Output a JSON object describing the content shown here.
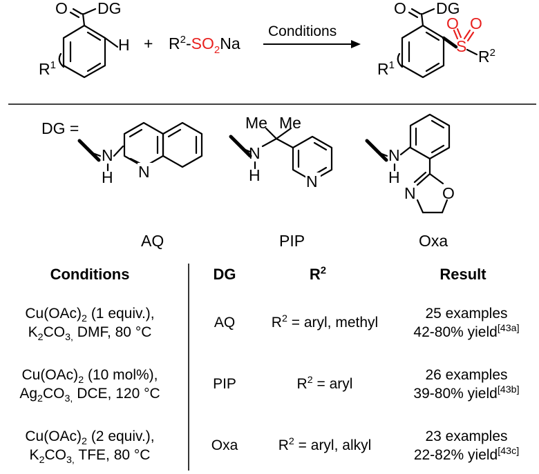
{
  "reaction": {
    "reagent_pre": "R",
    "reagent_sup": "2",
    "reagent_dash": "-",
    "reagent_so": "SO",
    "reagent_so_sub": "2",
    "reagent_na": "Na",
    "plus": "+",
    "arrow_label": "Conditions",
    "dg_label": "DG",
    "o_label": "O",
    "h_label": "H",
    "r1": "R",
    "r1_sup": "1",
    "s_label": "S",
    "r2": "R",
    "r2_sup": "2"
  },
  "directing_groups": {
    "title": "DG =",
    "nh_n": "N",
    "nh_h": "H",
    "ring_n": "N",
    "me": "Me",
    "oxa_o": "O",
    "items": [
      "AQ",
      "PIP",
      "Oxa"
    ]
  },
  "table": {
    "headers": {
      "conditions": "Conditions",
      "dg": "DG",
      "r2_main": "R",
      "r2_sup": "2",
      "result": "Result"
    },
    "rows": [
      {
        "cond1_pre": "Cu(OAc)",
        "cond1_sub": "2",
        "cond1_post": " (1 equiv.),",
        "cond2_pre": "K",
        "cond2_sub": "2",
        "cond2_mid": "CO",
        "cond2_sub2": "3,",
        "cond2_post": " DMF, 80 °C",
        "dg": "AQ",
        "r2_pre": "R",
        "r2_sup": "2",
        "r2_post": " = aryl, methyl",
        "examples": "25 examples",
        "yield": "42-80% yield",
        "ref": "[43a]"
      },
      {
        "cond1_pre": "Cu(OAc)",
        "cond1_sub": "2",
        "cond1_post": " (10 mol%),",
        "cond2_pre": "Ag",
        "cond2_sub": "2",
        "cond2_mid": "CO",
        "cond2_sub2": "3,",
        "cond2_post": " DCE, 120 °C",
        "dg": "PIP",
        "r2_pre": "R",
        "r2_sup": "2",
        "r2_post": " = aryl",
        "examples": "26 examples",
        "yield": "39-80% yield",
        "ref": "[43b]"
      },
      {
        "cond1_pre": "Cu(OAc)",
        "cond1_sub": "2",
        "cond1_post": " (2 equiv.),",
        "cond2_pre": "K",
        "cond2_sub": "2",
        "cond2_mid": "CO",
        "cond2_sub2": "3,",
        "cond2_post": " TFE, 80 °C",
        "dg": "Oxa",
        "r2_pre": "R",
        "r2_sup": "2",
        "r2_post": " = aryl, alkyl",
        "examples": "23 examples",
        "yield": "22-82% yield",
        "ref": "[43c]"
      }
    ]
  },
  "colors": {
    "accent_red": "#e8201e",
    "ink": "#000000"
  }
}
